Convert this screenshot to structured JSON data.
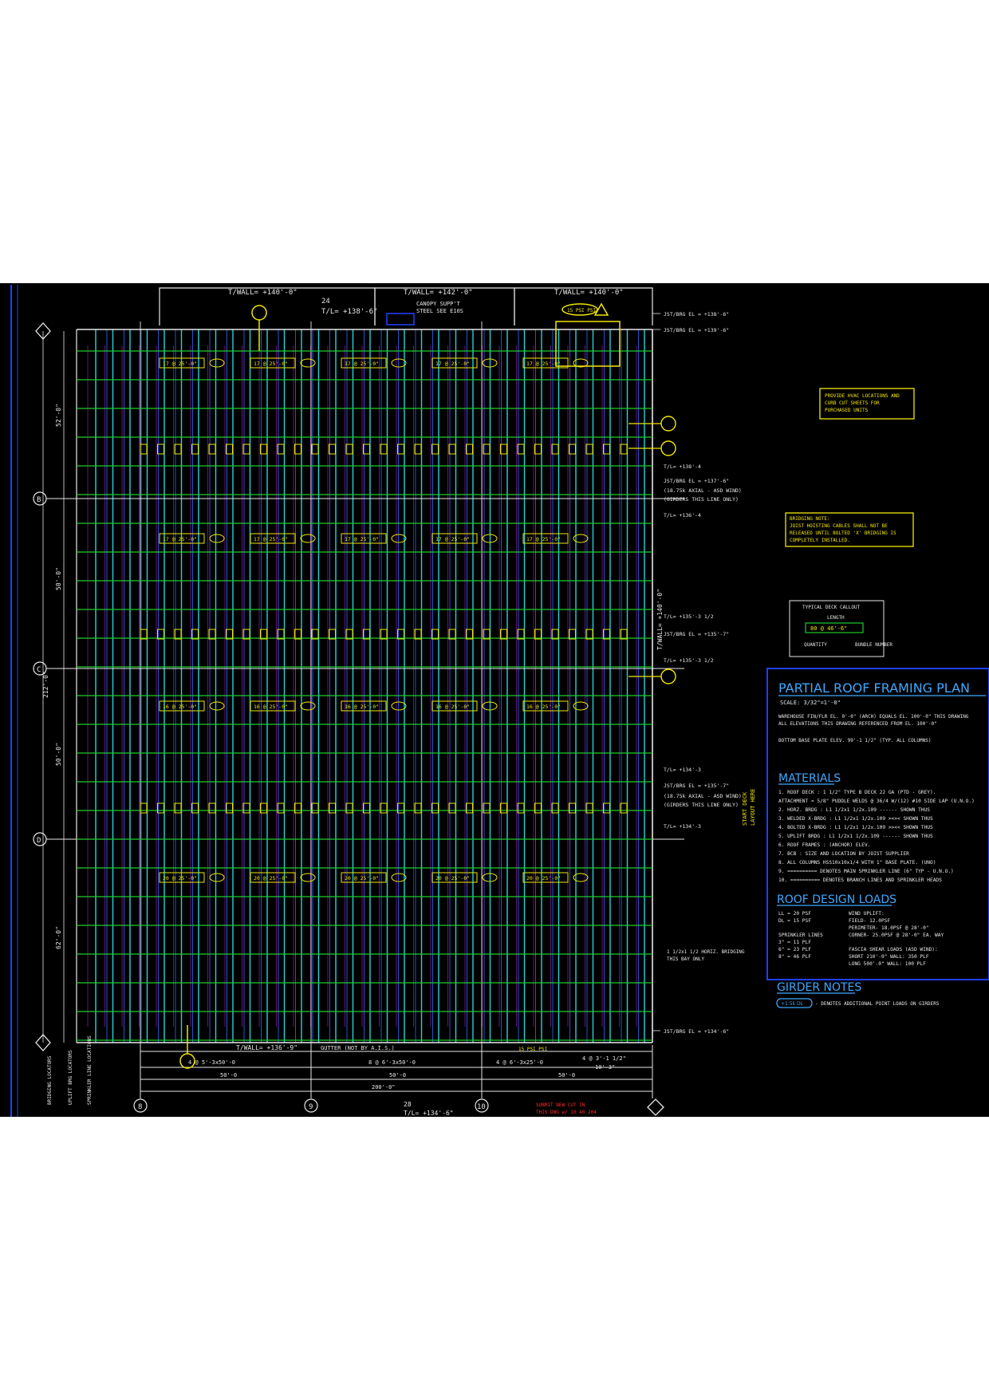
{
  "drawing": {
    "title": "PARTIAL ROOF FRAMING PLAN",
    "scale": "SCALE: 3/32\"=1'-0\"",
    "notes": [
      "WAREHOUSE FIN/FLR EL. 0'-0\" (ARCH) EQUALS EL. 100'-0\" THIS DRAWING",
      "ALL ELEVATIONS THIS DRAWING REFERENCED FROM EL. 100'-0\"",
      "BOTTOM BASE PLATE ELEV. 99'-1 1/2\" (TYP. ALL COLUMNS)"
    ],
    "materials_heading": "MATERIALS",
    "materials": [
      "1. ROOF DECK : 1 1/2\" TYPE B DECK 22 GA (PTD - GREY).",
      "   ATTACHMENT = 5/8\" PUDDLE WELDS @ 36/4 W/(12) #10 SIDE LAP (U.N.O.)",
      "2. HORZ. BRDG :   L1 1/2x1 1/2x.109  ------  SHOWN THUS",
      "3. WELDED X-BRDG : L1 1/2x1 1/2x.109  ><><  SHOWN THUS",
      "4. BOLTED X-BRDG : L1 1/2x1 1/2x.109  >><<  SHOWN THUS",
      "5. UPLIFT BRDG :   L1 1/2x1 1/2x.109  ------  SHOWN THUS",
      "6. ROOF FRAMES : (ANCHOR) ELEV.",
      "7. BCB : SIZE AND LOCATION BY JOIST SUPPLIER",
      "8. ALL COLUMNS HSS10x10x1/4 WITH 1\" BASE PLATE. (UNO)",
      "9. ========== DENOTES MAIN SPRINKLER LINE (6\" TYP - U.N.O.)",
      "10. ========== DENOTES BRANCH LINES AND SPRINKLER HEADS"
    ],
    "loads_heading": "ROOF DESIGN LOADS",
    "loads_left": [
      "LL = 20 PSF",
      "DL = 15 PSF",
      "",
      "SPRINKLER LINES",
      "3\" = 11 PLF",
      "6\" = 23 PLF",
      "8\" = 46 PLF"
    ],
    "loads_right": [
      "WIND UPLIFT:",
      "FIELD-       12.0PSF",
      "PERIMETER-  18.0PSF @ 28'-0\"",
      "CORNER-     25.0PSF @ 28'-0\" EA. WAY",
      "",
      "FASCIA SHEAR LOADS (ASD WIND):",
      "SHORT 210'-0\" WALL: 350 PLF",
      "LONG 500'-0\" WALL: 100 PLF"
    ],
    "girder_heading": "GIRDER NOTES",
    "girder_tag": "+1.5k DL",
    "girder_note": "- DENOTES ADDITIONAL POINT LOADS ON GIRDERS"
  },
  "callouts": {
    "hvac_note": [
      "PROVIDE HVAC LOCATIONS AND",
      "CURB CUT SHEETS FOR",
      "PURCHASED UNITS"
    ],
    "bracing_note": [
      "BRIDGING NOTE:",
      "JOIST HOISTING CABLES SHALL NOT BE",
      "RELEASED UNTIL BOLTED 'X' BRIDGING IS",
      "COMPLETELY INSTALLED."
    ],
    "deck_callout_title": "TYPICAL DECK CALLOUT",
    "deck_callout_length": "LENGTH",
    "deck_callout_tag": "80 @ 46'-6\"",
    "deck_callout_quantity": "QUANTITY",
    "deck_callout_bundle": "BUNDLE NUMBER",
    "horiz_bridging": [
      "1 1/2x1 1/2 HORIZ. BRIDGING",
      "THIS BAY ONLY"
    ],
    "start_deck": [
      "START DECK",
      "LAYOUT HERE"
    ],
    "wall_right": "T/WALL= +140'-0\"",
    "canopy": [
      "CANOPY SUPP'T",
      "STEEL SEE E10S"
    ],
    "gutter": "GUTTER (NOT BY A.I.S.)",
    "psi_top": "15 PSI PSI",
    "psi_bottom": "15 PSI PSI",
    "red_note": [
      "SUBMIT NEW CUT IN",
      "THIS DWG w/ 10 40 204"
    ],
    "brg_notes": [
      "BRIDGING LOCATORS",
      "UPLIFT BRG LOCATORS",
      "SPRINKLER LINE LOCATIONS"
    ]
  },
  "elevations": {
    "top_walls": [
      "T/WALL= +140'-0\"",
      "T/WALL= +142'-0\"",
      "T/WALL= +140'-0\""
    ],
    "top_tl": "T/L= +138'-6\"",
    "top_grid_tag": "24",
    "bottom_wall": "T/WALL= +136'-9\"",
    "bottom_tl": "T/L= +134'-6\"",
    "bottom_grid_tag": "28",
    "right": [
      "JST/BRG EL = +138'-6\"",
      "JST/BRG EL = +139'-6\"",
      "T/L= +138'-4",
      "JST/BRG EL = +137'-6\"",
      "(18.75k AXIAL - ASD WIND)",
      "(GIRDERS THIS LINE ONLY)",
      "T/L= +136'-4",
      "T/L= +135'-3 1/2",
      "JST/BRG EL = +135'-7\"",
      "T/L= +135'-3 1/2",
      "T/L= +134'-3",
      "JST/BRG EL = +135'-7\"",
      "(18.75k AXIAL - ASD WIND)",
      "(GIRDERS THIS LINE ONLY)",
      "T/L= +134'-3",
      "JST/BRG EL = +134'-6\""
    ]
  },
  "grid": {
    "rows": [
      "B",
      "C",
      "D"
    ],
    "cols": [
      "8",
      "9",
      "10"
    ],
    "left_dims": [
      "52'-0\"",
      "50'-0\"",
      "50'-0\"",
      "62'-0\""
    ],
    "left_total": "212'-0\"",
    "bottom_spacing": [
      "4 @ 5'-3x50'-0",
      "8 @ 6'-3x50'-0",
      "4 @ 6'-3x25'-0",
      "4 @ 3'-1 1/2\""
    ],
    "bottom_dims": [
      "50'-0",
      "50'-0",
      "50'-0",
      "10'-3\""
    ],
    "bottom_total": "200'-0\"",
    "joist_tags": {
      "row1": [
        "17 @ 25'-0\"",
        "17 @ 25'-0\"",
        "17 @ 25'-0\"",
        "17 @ 25'-0\"",
        "17 @ 25'-0\""
      ],
      "row2": [
        "17 @ 25'-0\"",
        "17 @ 25'-0\"",
        "17 @ 25'-0\"",
        "17 @ 25'-0\"",
        "17 @ 25'-0\""
      ],
      "row3": [
        "16 @ 25'-0\"",
        "16 @ 25'-0\"",
        "16 @ 25'-0\"",
        "16 @ 25'-0\"",
        "16 @ 25'-0\""
      ],
      "row4": [
        "20 @ 25'-0\"",
        "20 @ 25'-0\"",
        "20 @ 25'-0\"",
        "20 @ 25'-0\"",
        "20 @ 25'-0\""
      ]
    }
  },
  "colors": {
    "background": "#000000",
    "joist": "#1fcc2c",
    "girder": "#2ad0d8",
    "text": "#e8e8e8",
    "yellow": "#f2e600",
    "frame_blue": "#2040ff",
    "red": "#ff2a2a",
    "magenta": "#b020d0"
  }
}
